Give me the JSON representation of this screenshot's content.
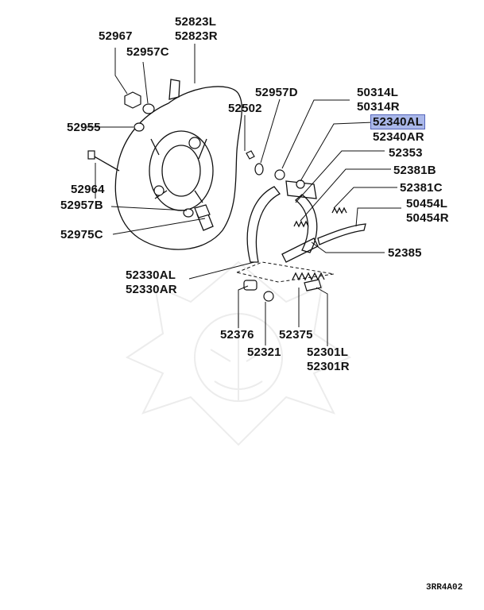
{
  "diagram": {
    "part_labels": [
      {
        "id": "p52823L",
        "text": "52823L"
      },
      {
        "id": "p52823R",
        "text": "52823R"
      },
      {
        "id": "p52967",
        "text": "52967"
      },
      {
        "id": "p52957C",
        "text": "52957C"
      },
      {
        "id": "p52957D",
        "text": "52957D"
      },
      {
        "id": "p50314L",
        "text": "50314L"
      },
      {
        "id": "p50314R",
        "text": "50314R"
      },
      {
        "id": "p52502",
        "text": "52502"
      },
      {
        "id": "p52340AL",
        "text": "52340AL",
        "highlighted": true
      },
      {
        "id": "p52340AR",
        "text": "52340AR"
      },
      {
        "id": "p52955",
        "text": "52955"
      },
      {
        "id": "p52353",
        "text": "52353"
      },
      {
        "id": "p52381B",
        "text": "52381B"
      },
      {
        "id": "p52964",
        "text": "52964"
      },
      {
        "id": "p52381C",
        "text": "52381C"
      },
      {
        "id": "p52957B",
        "text": "52957B"
      },
      {
        "id": "p50454L",
        "text": "50454L"
      },
      {
        "id": "p50454R",
        "text": "50454R"
      },
      {
        "id": "p52975C",
        "text": "52975C"
      },
      {
        "id": "p52385",
        "text": "52385"
      },
      {
        "id": "p52330AL",
        "text": "52330AL"
      },
      {
        "id": "p52330AR",
        "text": "52330AR"
      },
      {
        "id": "p52376",
        "text": "52376"
      },
      {
        "id": "p52375",
        "text": "52375"
      },
      {
        "id": "p52321",
        "text": "52321"
      },
      {
        "id": "p52301L",
        "text": "52301L"
      },
      {
        "id": "p52301R",
        "text": "52301R"
      }
    ],
    "diagram_code": "3RR4A02",
    "highlight_color": "#aab8ea"
  }
}
